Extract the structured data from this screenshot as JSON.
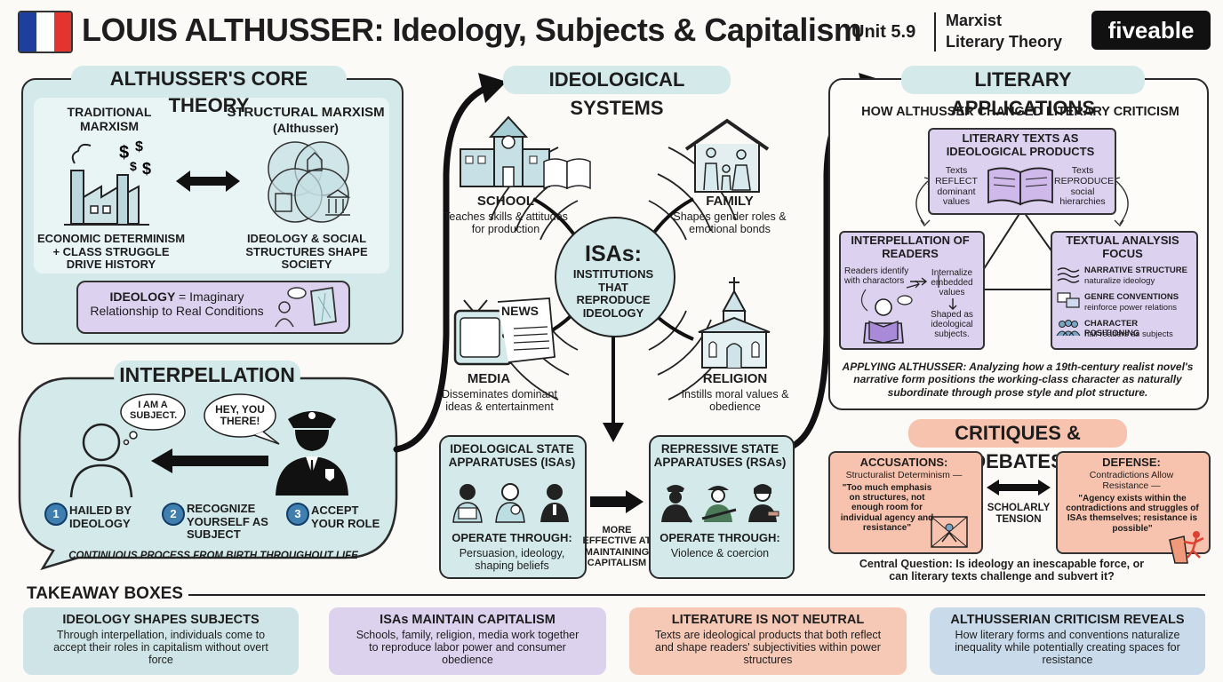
{
  "header": {
    "title": "LOUIS ALTHUSSER: Ideology, Subjects & Capitalism",
    "unit": "Unit 5.9",
    "course_line1": "Marxist",
    "course_line2": "Literary Theory",
    "brand": "fiveable"
  },
  "core_theory": {
    "heading": "ALTHUSSER'S CORE THEORY",
    "traditional_title": "TRADITIONAL MARXISM",
    "traditional_caption": "ECONOMIC DETERMINISM + CLASS STRUGGLE DRIVE HISTORY",
    "structural_title": "STRUCTURAL MARXISM",
    "structural_sub": "(Althusser)",
    "structural_caption": "IDEOLOGY & SOCIAL STRUCTURES SHAPE SOCIETY",
    "definition_bold": "IDEOLOGY",
    "definition_rest": "= Imaginary Relationship to Real Conditions"
  },
  "interpellation": {
    "heading": "INTERPELLATION",
    "bubble_subject": "I AM A SUBJECT.",
    "bubble_police": "HEY, YOU THERE!",
    "steps": [
      {
        "num": "1",
        "label": "HAILED BY IDEOLOGY"
      },
      {
        "num": "2",
        "label": "RECOGNIZE YOURSELF AS SUBJECT"
      },
      {
        "num": "3",
        "label": "ACCEPT YOUR ROLE"
      }
    ],
    "footnote": "CONTINUOUS PROCESS FROM BIRTH THROUGHOUT LIFE"
  },
  "ideological_systems": {
    "heading": "IDEOLOGICAL SYSTEMS",
    "center_title": "ISAs:",
    "center_sub": "INSTITUTIONS THAT REPRODUCE IDEOLOGY",
    "school_title": "SCHOOL",
    "school_desc": "Teaches skills & attitudes for production",
    "family_title": "FAMILY",
    "family_desc": "Shapes gender roles & emotional bonds",
    "media_title": "MEDIA",
    "media_desc": "Disseminates dominant ideas & entertainment",
    "religion_title": "RELIGION",
    "religion_desc": "Instills moral values & obedience",
    "news_label": "NEWS",
    "isa_title": "IDEOLOGICAL STATE APPARATUSES (ISAs)",
    "isa_op_title": "OPERATE THROUGH:",
    "isa_op_desc": "Persuasion, ideology, shaping beliefs",
    "rsa_title": "REPRESSIVE STATE APPARATUSES (RSAs)",
    "rsa_op_title": "OPERATE THROUGH:",
    "rsa_op_desc": "Violence & coercion",
    "compare_label": "MORE EFFECTIVE AT MAINTAINING CAPITALISM"
  },
  "literary": {
    "heading": "LITERARY APPLICATIONS",
    "subheading": "HOW ALTHUSSER CHANGED LITERARY CRITICISM",
    "products_title": "LITERARY TEXTS AS IDEOLOGICAL PRODUCTS",
    "products_left": "Texts REFLECT dominant values",
    "products_right": "Texts REPRODUCE social hierarchies",
    "readers_title": "INTERPELLATION OF READERS",
    "readers_identify": "Readers identify with charactors",
    "readers_internalize": "Internalize embedded values",
    "readers_shaped": "Shaped as ideological subjects.",
    "focus_title": "TEXTUAL ANALYSIS FOCUS",
    "focus_items": [
      {
        "title": "NARRATIVE STRUCTURE",
        "desc": "naturalize ideology"
      },
      {
        "title": "GENRE CONVENTIONS",
        "desc": "reinforce power relations"
      },
      {
        "title": "CHARACTER POSITIONING",
        "desc": "hail readers as subjects"
      }
    ],
    "example": "APPLYING ALTHUSSER: Analyzing how a 19th-century realist novel's narrative form positions the working-class character as naturally subordinate through prose style and plot structure."
  },
  "critiques": {
    "heading": "CRITIQUES & DEBATES",
    "accusations_title": "ACCUSATIONS:",
    "accusations_sub": "Structuralist Determinism —",
    "accusations_quote": "\"Too much emphasis on structures, not enough room for individual agency and resistance\"",
    "tension": "SCHOLARLY TENSION",
    "defense_title": "DEFENSE:",
    "defense_sub": "Contradictions Allow Resistance —",
    "defense_quote": "\"Agency exists within the contradictions and struggles of ISAs themselves; resistance is possible\"",
    "question": "Central Question: Is ideology an inescapable force, or can literary texts challenge and subvert it?"
  },
  "takeaways": {
    "heading": "TAKEAWAY BOXES",
    "boxes": [
      {
        "title": "IDEOLOGY SHAPES SUBJECTS",
        "body": "Through interpellation, individuals come to accept their roles in capitalism without overt force",
        "color": "#cfe4e6"
      },
      {
        "title": "ISAs MAINTAIN CAPITALISM",
        "body": "Schools, family, religion, media work together to reproduce labor power and consumer obedience",
        "color": "#ddd2ee"
      },
      {
        "title": "LITERATURE IS NOT NEUTRAL",
        "body": "Texts are ideological products that both reflect and shape readers' subjectivities within power structures",
        "color": "#f6c8b6"
      },
      {
        "title": "ALTHUSSERIAN CRITICISM REVEALS",
        "body": "How literary forms and conventions naturalize inequality while potentially creating spaces for resistance",
        "color": "#c9dbea"
      }
    ]
  },
  "colors": {
    "teal": "#d3e9ea",
    "lavender": "#ddd1f0",
    "salmon": "#f7c3ae",
    "ink": "#1d1d1d",
    "flag_blue": "#1e3f9e",
    "flag_red": "#e3342f"
  }
}
